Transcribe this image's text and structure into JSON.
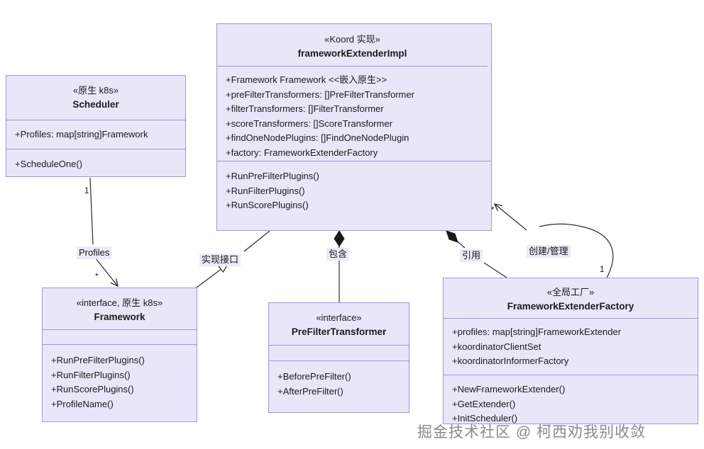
{
  "diagram": {
    "type": "uml-class-diagram",
    "watermark": "掘金技术社区 @ 柯西劝我别收敛",
    "colors": {
      "class_fill": "#e9e6fa",
      "class_border": "#9f96d4",
      "edge": "#3a3a3a",
      "label_bg": "#eceaf8",
      "text": "#1a1a1a"
    }
  },
  "classes": {
    "scheduler": {
      "stereotype": "«原生 k8s»",
      "name": "Scheduler",
      "attributes": [
        "+Profiles: map[string]Framework"
      ],
      "operations": [
        "+ScheduleOne()"
      ]
    },
    "framework_extender_impl": {
      "stereotype": "«Koord 实现»",
      "name": "frameworkExtenderImpl",
      "attributes": [
        "+Framework Framework <<嵌入原生>>",
        "+preFilterTransformers: []PreFilterTransformer",
        "+filterTransformers: []FilterTransformer",
        "+scoreTransformers: []ScoreTransformer",
        "+findOneNodePlugins: []FindOneNodePlugin",
        "+factory: FrameworkExtenderFactory"
      ],
      "operations": [
        "+RunPreFilterPlugins()",
        "+RunFilterPlugins()",
        "+RunScorePlugins()"
      ]
    },
    "framework": {
      "stereotype": "«interface, 原生 k8s»",
      "name": "Framework",
      "attributes": [],
      "operations": [
        "+RunPreFilterPlugins()",
        "+RunFilterPlugins()",
        "+RunScorePlugins()",
        "+ProfileName()"
      ]
    },
    "pre_filter_transformer": {
      "stereotype": "«interface»",
      "name": "PreFilterTransformer",
      "attributes": [],
      "operations": [
        "+BeforePreFilter()",
        "+AfterPreFilter()"
      ]
    },
    "framework_extender_factory": {
      "stereotype": "«全局工厂»",
      "name": "FrameworkExtenderFactory",
      "attributes": [
        "+profiles: map[string]FrameworkExtender",
        "+koordinatorClientSet",
        "+koordinatorInformerFactory"
      ],
      "operations": [
        "+NewFrameworkExtender()",
        "+GetExtender()",
        "+InitScheduler()"
      ]
    }
  },
  "edges": {
    "profiles": {
      "label": "Profiles",
      "source_multiplicity": "1",
      "target_multiplicity": "*",
      "from": "scheduler",
      "to": "framework",
      "kind": "association"
    },
    "realization": {
      "label": "实现接口",
      "from": "framework_extender_impl",
      "to": "framework",
      "kind": "realization"
    },
    "composition": {
      "label": "包含",
      "from": "framework_extender_impl",
      "to": "pre_filter_transformer",
      "kind": "composition"
    },
    "reference": {
      "label": "引用",
      "from": "framework_extender_impl",
      "to": "framework_extender_factory",
      "kind": "aggregation"
    },
    "create_manage": {
      "label": "创建/管理",
      "source_multiplicity": "1",
      "target_multiplicity": "*",
      "from": "framework_extender_factory",
      "to": "framework_extender_impl",
      "kind": "dependency"
    }
  }
}
